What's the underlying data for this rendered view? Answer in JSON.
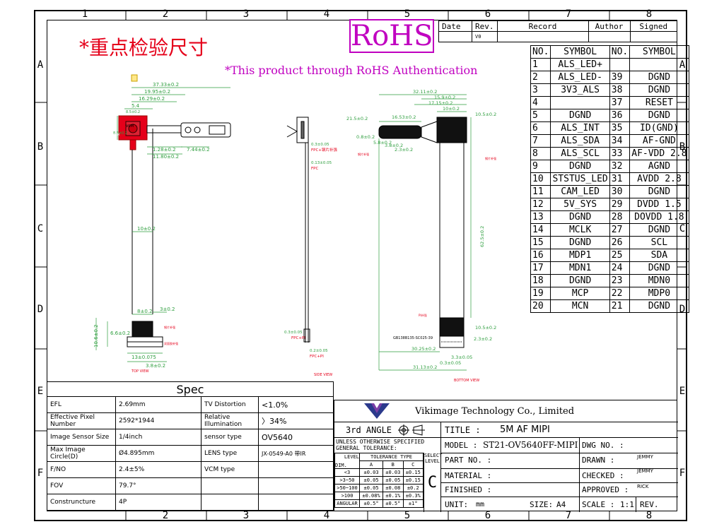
{
  "grid": {
    "columns": [
      "1",
      "2",
      "3",
      "4",
      "5",
      "6",
      "7",
      "8"
    ],
    "rows": [
      "A",
      "B",
      "C",
      "D",
      "E",
      "F"
    ]
  },
  "header": {
    "title_cn": "*重点检验尺寸",
    "rohs": "RoHS",
    "rohs_note": "*This product through RoHS Authentication"
  },
  "revision": {
    "headers": [
      "Date",
      "Rev.",
      "Record",
      "Author",
      "Signed"
    ],
    "row": [
      "",
      "V0",
      "",
      "",
      ""
    ]
  },
  "pin_table": {
    "headers": [
      "NO.",
      "SYMBOL",
      "NO.",
      "SYMBOL"
    ],
    "rows": [
      [
        "1",
        "ALS_LED+",
        "",
        ""
      ],
      [
        "2",
        "ALS_LED-",
        "39",
        "DGND"
      ],
      [
        "3",
        "3V3_ALS",
        "38",
        "DGND"
      ],
      [
        "4",
        "",
        "37",
        "RESET"
      ],
      [
        "5",
        "DGND",
        "36",
        "DGND"
      ],
      [
        "6",
        "ALS_INT",
        "35",
        "ID(GND)"
      ],
      [
        "7",
        "ALS_SDA",
        "34",
        "AF-GND"
      ],
      [
        "8",
        "ALS_SCL",
        "33",
        "AF-VDD 2.8"
      ],
      [
        "9",
        "DGND",
        "32",
        "AGND"
      ],
      [
        "10",
        "STSTUS_LED",
        "31",
        "AVDD 2.8"
      ],
      [
        "11",
        "CAM_LED",
        "30",
        "DGND"
      ],
      [
        "12",
        "5V_SYS",
        "29",
        "DVDD 1.5"
      ],
      [
        "13",
        "DGND",
        "28",
        "DOVDD 1.8"
      ],
      [
        "14",
        "MCLK",
        "27",
        "DGND"
      ],
      [
        "15",
        "DGND",
        "26",
        "SCL"
      ],
      [
        "16",
        "MDP1",
        "25",
        "SDA"
      ],
      [
        "17",
        "MDN1",
        "24",
        "DGND"
      ],
      [
        "18",
        "DGND",
        "23",
        "MDN0"
      ],
      [
        "19",
        "MCP",
        "22",
        "MDP0"
      ],
      [
        "20",
        "MCN",
        "21",
        "DGND"
      ]
    ]
  },
  "drawing": {
    "top_view": {
      "label": "TOP VIEW",
      "dims": [
        "37.33±0.2",
        "19.95±0.2",
        "16.29±0.2",
        "5.4",
        "VCM",
        "8.5±0.2",
        "8.5±0.2",
        "1.28±0.2",
        "11.80±0.2",
        "7.44±0.2",
        "10±0.2",
        "8±0.2",
        "3±0.2",
        "6.6±0.2",
        "10.6±0.2",
        "13±0.075",
        "3.8±0.2",
        "VCM"
      ]
    },
    "side_view": {
      "label": "SIDE VIEW",
      "dims": [
        "0.3±0.05",
        "FPC+钢片补强",
        "0.13±0.05",
        "FPC",
        "0.3±0.05",
        "FPC+PI",
        "0.2±0.05",
        "FPC+PI"
      ]
    },
    "bottom_view": {
      "label": "BOTTOM VIEW",
      "dims": [
        "32.11±0.2",
        "15.9±0.2",
        "17.15±0.2",
        "10±0.2",
        "21.5±0.2",
        "16.53±0.2",
        "10.5±0.2",
        "0.8±0.2",
        "5.8±0.2",
        "3.8±0.2",
        "2.3±0.2",
        "钢片补强",
        "钢片补强",
        "62.5±0.2",
        "PI补强",
        "10.5±0.2",
        "GB138B135-SC025-39",
        "30.25±0.2",
        "3.3±0.05",
        "0.3±0.05",
        "2.3±0.2",
        "31.13±0.2"
      ]
    }
  },
  "spec": {
    "title": "Spec",
    "rows": [
      [
        "EFL",
        "2.69mm",
        "TV Distortion",
        "<1.0%"
      ],
      [
        "Effective Pixel Number",
        "2592*1944",
        "Relative Illumination",
        "〉34%"
      ],
      [
        "Image Sensor Size",
        "1/4inch",
        "sensor type",
        "OV5640"
      ],
      [
        "Max Image Circle(D)",
        "Ø4.895mm",
        "LENS type",
        "JX-0549-A0  带IR"
      ],
      [
        "F/NO",
        "2.4±5%",
        "VCM type",
        ""
      ],
      [
        "FOV",
        "79.7°",
        "",
        ""
      ],
      [
        "Construncture",
        "4P",
        "",
        ""
      ]
    ]
  },
  "title_block": {
    "company": "Vikimage Technology Co., Limited",
    "angle": "3rd ANGLE",
    "title_label": "TITLE :",
    "title_value": "5M AF MIPI",
    "model_label": "MODEL :",
    "model_value": "ST21-OV5640FF-MIPI",
    "dwg_label": "DWG NO. :",
    "part_label": "PART NO. :",
    "drawn_label": "DRAWN :",
    "drawn_value": "JEMMY",
    "material_label": "MATERIAL :",
    "checked_label": "CHECKED :",
    "checked_value": "JEMMY",
    "finished_label": "FINISHED :",
    "approved_label": "APPROVED :",
    "approved_value": "RICK",
    "unit_label": "UNIT:",
    "unit_value": "mm",
    "size_label": "SIZE:",
    "size_value": "A4",
    "scale_label": "SCALE :",
    "scale_value": "1:1",
    "rev_label": "REV.",
    "tolerance": {
      "heading": "UNLESS OTHERWISE SPECIFIED GENERAL TOLERANCE:",
      "head_level": "LEVEL",
      "head_dim": "DIM.",
      "head_type": "TOLERANCE TYPE",
      "head_a": "A",
      "head_b": "B",
      "head_c": "C",
      "head_select": "SELECT LEVEL",
      "select_value": "C",
      "rows": [
        [
          "<3",
          "±0.03",
          "±0.03",
          "±0.15"
        ],
        [
          ">3~50",
          "±0.05",
          "±0.05",
          "±0.15"
        ],
        [
          ">50~100",
          "±0.05",
          "±0.08",
          "±0.2"
        ],
        [
          ">100",
          "±0.08%",
          "±0.1%",
          "±0.3%"
        ],
        [
          "ANGULAR",
          "±0.5°",
          "±0.5°",
          "±1°"
        ]
      ]
    }
  },
  "colors": {
    "highlight_red": "#e5001a",
    "rohs_magenta": "#c000c0",
    "dimension_green": "#2e9e3e",
    "label_red": "#e5001a",
    "logo_blue": "#2b3a8c",
    "logo_purple": "#7b3fa6"
  }
}
